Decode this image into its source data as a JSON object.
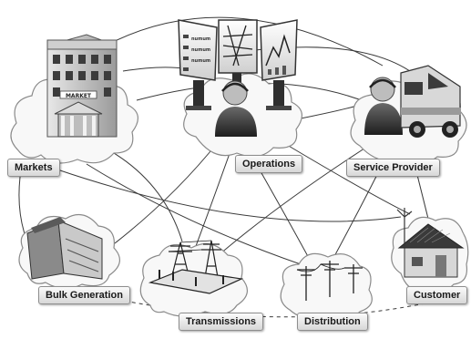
{
  "nodes": {
    "markets": {
      "label": "Markets",
      "sign": "MARKET"
    },
    "operations": {
      "label": "Operations",
      "screen_text": [
        "numum",
        "numum",
        "numum"
      ]
    },
    "service_provider": {
      "label": "Service Provider"
    },
    "bulk_generation": {
      "label": "Bulk Generation"
    },
    "transmissions": {
      "label": "Transmissions"
    },
    "distribution": {
      "label": "Distribution"
    },
    "customer": {
      "label": "Customer"
    }
  },
  "colors": {
    "line": "#3a3a3a",
    "cloud": "#f8f8f8",
    "cloud_stroke": "#8a8a8a",
    "bg": "#ffffff"
  }
}
